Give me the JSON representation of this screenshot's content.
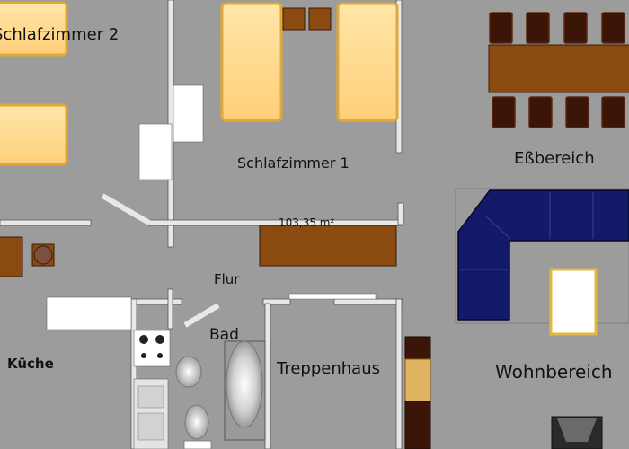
{
  "rooms": {
    "schlafzimmer2": "Schlafzimmer 2",
    "schlafzimmer1": "Schlafzimmer 1",
    "essbereich": "Eßbereich",
    "flur": "Flur",
    "kueche": "Küche",
    "bad": "Bad",
    "treppenhaus": "Treppenhaus",
    "wohnbereich": "Wohnbereich"
  },
  "area": "103,35 m²",
  "colors": {
    "floor": "#9c9c9c",
    "wall": "#e6e6e6",
    "bed": "#ffd98a",
    "bed_frame": "#e8b64a",
    "wood": "#8b4a10",
    "chair": "#3a1508",
    "sofa": "#141a6a",
    "counter": "#ffffff"
  }
}
